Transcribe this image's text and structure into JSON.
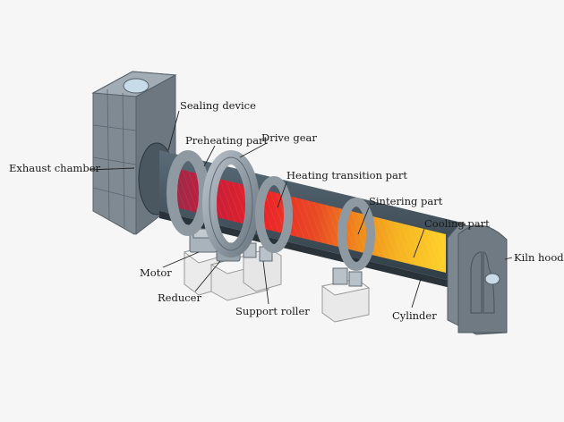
{
  "labels": {
    "sealing_device": "Sealing device",
    "preheating_part": "Preheating part",
    "drive_gear": "Drive gear",
    "exhaust_chamber": "Exhaust chamber",
    "heating_transition_part": "Heating transition part",
    "sintering_part": "Sintering part",
    "cooling_part": "Cooling part",
    "kiln_hood": "Kiln hood",
    "motor": "Motor",
    "reducer": "Reducer",
    "support_roller": "Support roller",
    "cylinder": "Cylinder"
  },
  "colors": {
    "background": "#f6f6f6",
    "equipment_gray": "#7f8a93",
    "cylinder_dark": "#3b4a55",
    "hot_red": "#e8232e",
    "warm_orange": "#f08a1c",
    "cool_yellow": "#ffd12a",
    "pedestal": "#e9e9e9"
  }
}
